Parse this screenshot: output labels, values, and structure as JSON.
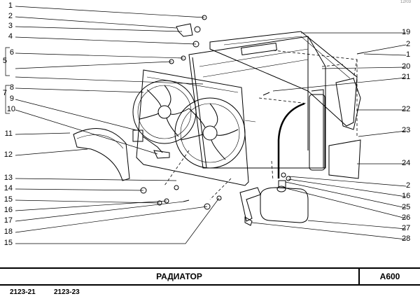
{
  "corner_label": "12/03",
  "title": "РАДИАТОР",
  "catalog_code": "A600",
  "models": [
    "2123-21",
    "2123-23"
  ],
  "left_labels": [
    "1",
    "2",
    "3",
    "4",
    "5",
    "6",
    "7",
    "8",
    "9",
    "10",
    "11",
    "12",
    "13",
    "14",
    "15",
    "16",
    "17",
    "18",
    "15"
  ],
  "right_labels": [
    "19",
    "2",
    "1",
    "20",
    "21",
    "22",
    "23",
    "24",
    "2",
    "16",
    "25",
    "26",
    "27",
    "28"
  ]
}
